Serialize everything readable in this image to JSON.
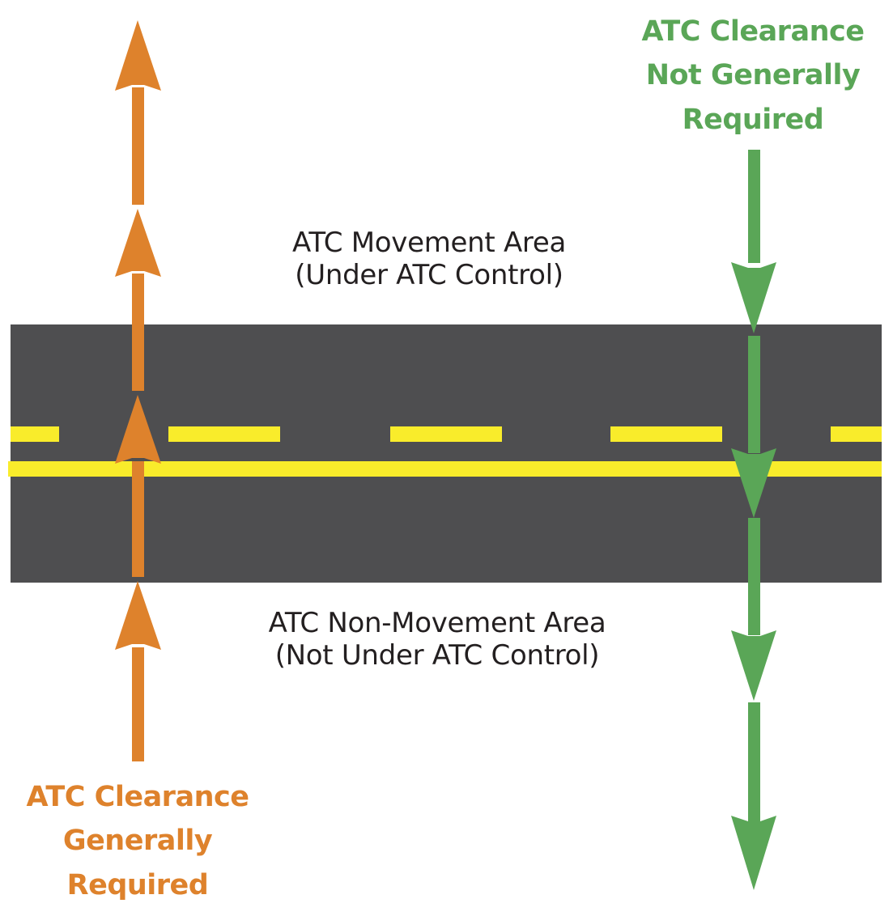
{
  "colors": {
    "road": "#4e4e50",
    "lane_line": "#f9ec2b",
    "orange_arrow": "#de822c",
    "green_arrow": "#5aa657",
    "area_text": "#231f20",
    "background": "#ffffff"
  },
  "labels": {
    "movement_area": {
      "line1": "ATC Movement Area",
      "line2": "(Under ATC Control)"
    },
    "non_movement_area": {
      "line1": "ATC Non-Movement Area",
      "line2": "(Not Under ATC Control)"
    },
    "clearance_required": {
      "line1": "ATC Clearance",
      "line2": "Generally",
      "line3": "Required"
    },
    "clearance_not_required": {
      "line1": "ATC Clearance",
      "line2": "Not Generally",
      "line3": "Required"
    }
  },
  "arrows": {
    "orange": {
      "direction": "up",
      "meaning": "clearance-required"
    },
    "green": {
      "direction": "down",
      "meaning": "clearance-not-required"
    }
  }
}
